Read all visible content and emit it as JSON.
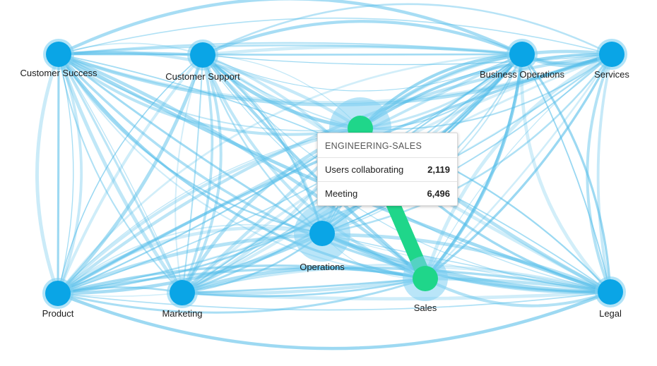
{
  "graph": {
    "nodes": [
      {
        "id": "customer-success",
        "label": "Customer Success"
      },
      {
        "id": "customer-support",
        "label": "Customer Support"
      },
      {
        "id": "business-operations",
        "label": "Business Operations"
      },
      {
        "id": "services",
        "label": "Services"
      },
      {
        "id": "engineering",
        "label": ""
      },
      {
        "id": "operations",
        "label": "Operations"
      },
      {
        "id": "product",
        "label": "Product"
      },
      {
        "id": "marketing",
        "label": "Marketing"
      },
      {
        "id": "sales",
        "label": "Sales"
      },
      {
        "id": "legal",
        "label": "Legal"
      }
    ],
    "highlighted_edge": [
      "engineering",
      "sales"
    ],
    "colors": {
      "node": "#0aa5e6",
      "node_halo": "#7fd0f2",
      "edge": "#53bde9",
      "highlight": "#1fd68a"
    }
  },
  "tooltip": {
    "title": "ENGINEERING-SALES",
    "rows": [
      {
        "label": "Users collaborating",
        "value": "2,119"
      },
      {
        "label": "Meeting",
        "value": "6,496"
      }
    ]
  }
}
